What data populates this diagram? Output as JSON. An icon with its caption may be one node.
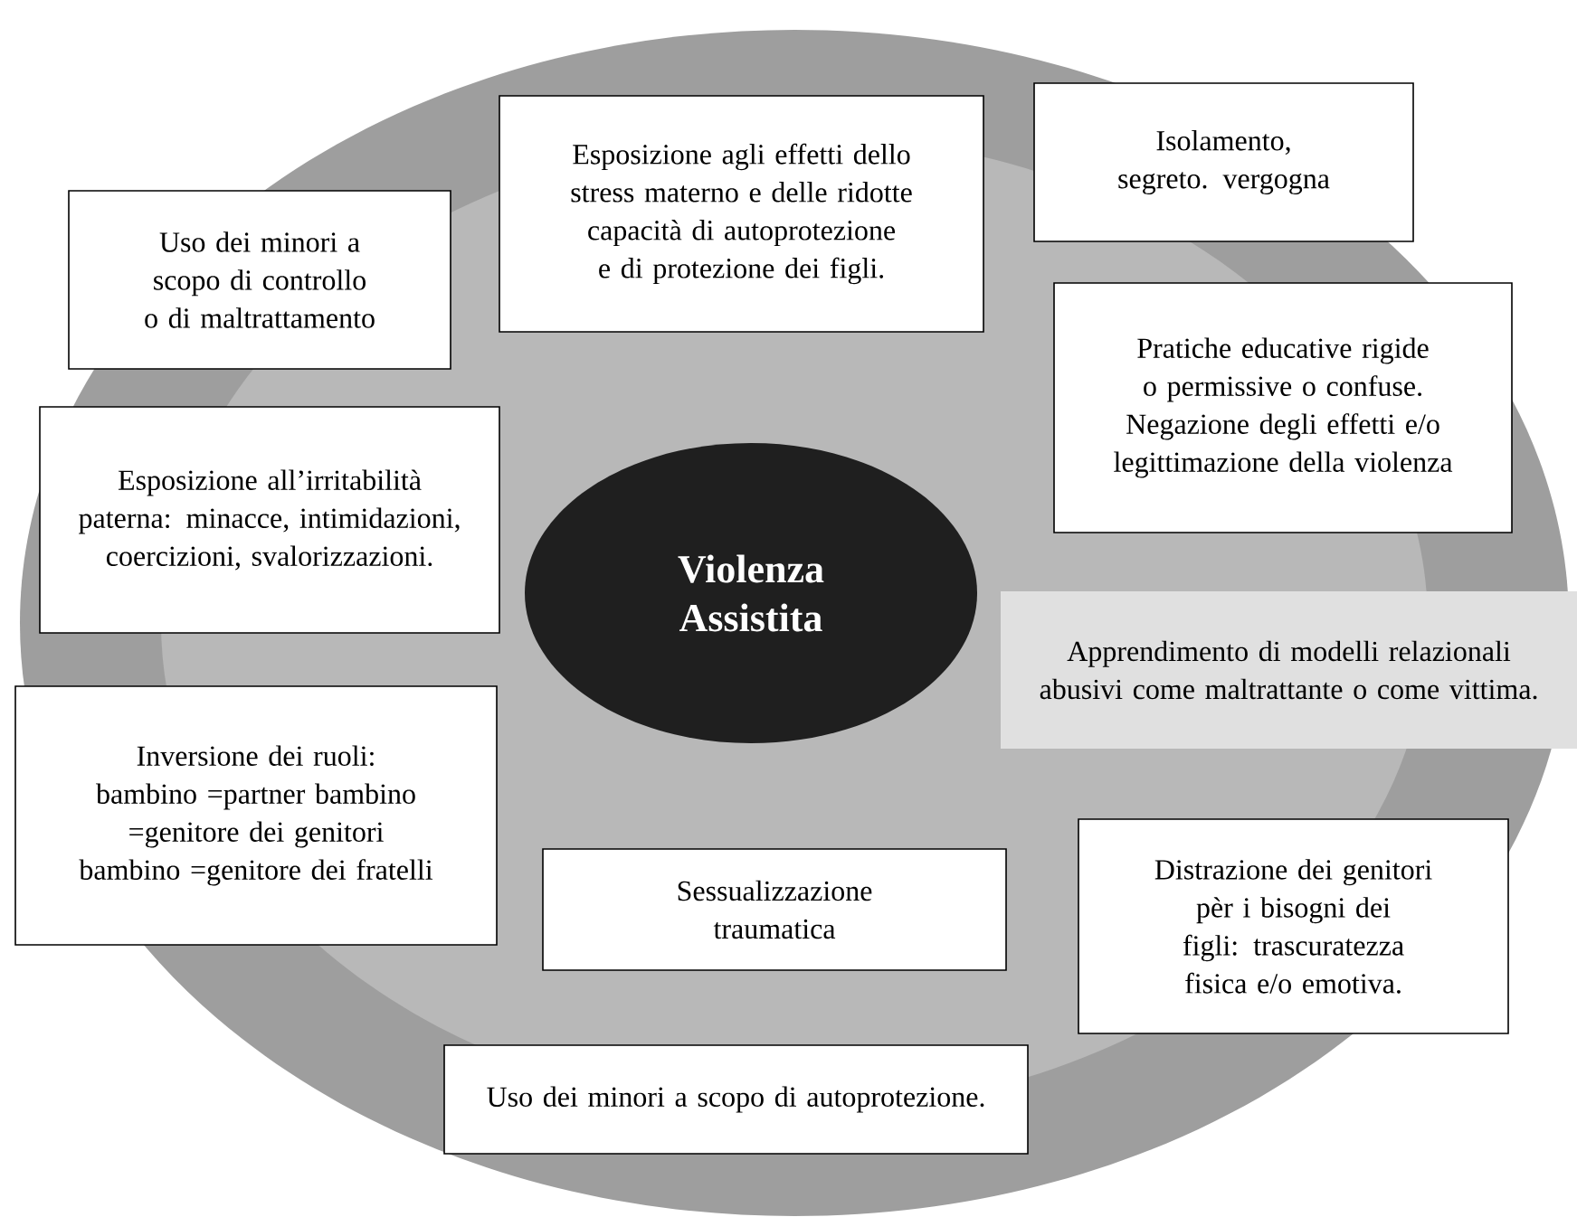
{
  "diagram": {
    "nodes": [
      {
        "text": [
          "Uso dei minori a scopo di controllo o di maltrattamento"
        ]
      },
      {
        "text": [
          "Esposizione agli effetti dello stress materno e delle ridotte capacità di autoprotezione e di protezione dei figli."
        ]
      },
      {
        "text": [
          "Isolamento, segreto. vergogna"
        ]
      },
      {
        "text": [
          "Pratiche educative rigide o permissive o confuse. Negazione degli effetti e/o legittimazione della violenza"
        ]
      },
      {
        "text": [
          "Esposizione all’irritabilità paterna: minacce, intimidazioni, coercizioni, svalorizzazioni."
        ]
      },
      {
        "text": [
          "Violenza Assistita"
        ]
      },
      {
        "text": [
          "Apprendimento di modelli relazionali abusivi come maltrattante o come vittima."
        ]
      },
      {
        "text": [
          "Inversione dei ruoli: bambino =partner bambino =genitore dei genitori bambino =genitore dei fratelli"
        ]
      },
      {
        "text": [
          "Sessualizzazione traumatica"
        ]
      },
      {
        "text": [
          "Distrazione dei genitori pèr i bisogni dei figli: trascuratezza fisica e/o emotiva."
        ]
      },
      {
        "text": [
          "Uso dei minori a scopo di autoprotezione."
        ]
      }
    ]
  }
}
